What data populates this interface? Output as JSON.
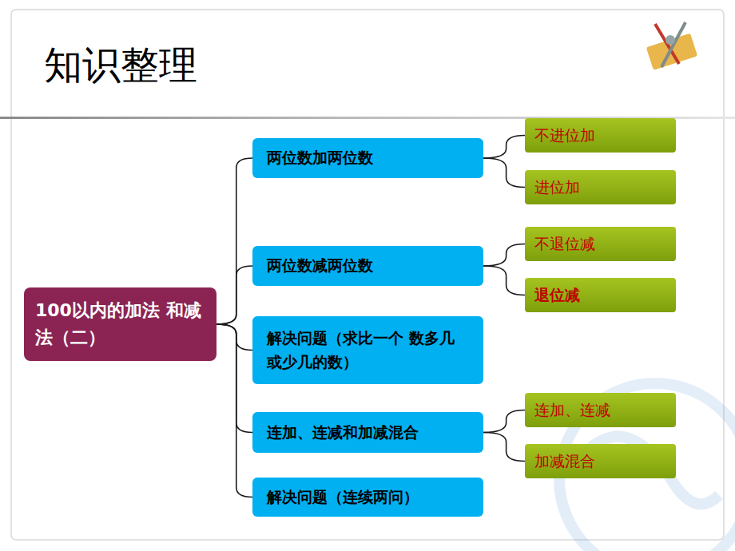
{
  "diagram": {
    "title": "知识整理",
    "nodes": [
      {
        "text": [
          "100以内的加法 和减法（二）"
        ]
      },
      {
        "text": [
          "两位数加两位数"
        ]
      },
      {
        "text": [
          "不进位加"
        ]
      },
      {
        "text": [
          "进位加"
        ]
      },
      {
        "text": [
          "两位数减两位数"
        ]
      },
      {
        "text": [
          "不退位减"
        ]
      },
      {
        "text": [
          "退位减"
        ]
      },
      {
        "text": [
          "解决问题（求比一个 数多几或少几的数）"
        ]
      },
      {
        "text": [
          "连加、连减和加减混合"
        ]
      },
      {
        "text": [
          "连加、连减"
        ]
      },
      {
        "text": [
          "加减混合"
        ]
      },
      {
        "text": [
          "解决问题（连续两问）"
        ]
      }
    ],
    "edges": [
      {
        "from": 0,
        "to": 1,
        "arrow": "none"
      },
      {
        "from": 0,
        "to": 4,
        "arrow": "none"
      },
      {
        "from": 0,
        "to": 7,
        "arrow": "none"
      },
      {
        "from": 0,
        "to": 8,
        "arrow": "none"
      },
      {
        "from": 0,
        "to": 11,
        "arrow": "none"
      },
      {
        "from": 1,
        "to": 2,
        "arrow": "none"
      },
      {
        "from": 1,
        "to": 3,
        "arrow": "none"
      },
      {
        "from": 4,
        "to": 5,
        "arrow": "none"
      },
      {
        "from": 4,
        "to": 6,
        "arrow": "none"
      },
      {
        "from": 8,
        "to": 9,
        "arrow": "none"
      },
      {
        "from": 8,
        "to": 10,
        "arrow": "none"
      }
    ]
  }
}
